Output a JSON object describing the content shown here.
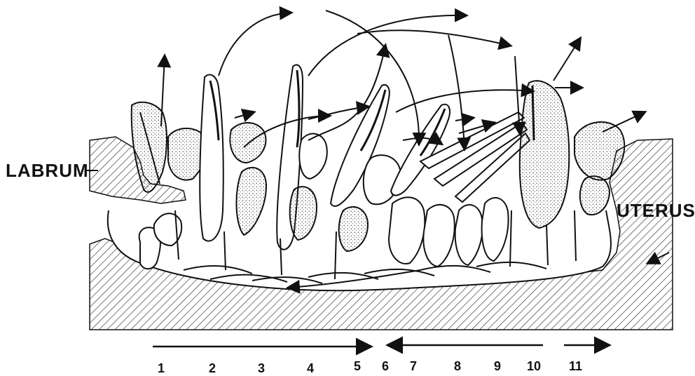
{
  "labels": {
    "left": "LABRUM",
    "right": "UTERUS"
  },
  "positions": [
    "1",
    "2",
    "3",
    "4",
    "5",
    "6",
    "7",
    "8",
    "9",
    "10",
    "11"
  ],
  "arrows": [
    {
      "from": "1",
      "to": "5",
      "direction": "right"
    },
    {
      "from": "6",
      "to": "10",
      "direction": "left"
    },
    {
      "from": "11",
      "to": "11",
      "direction": "right"
    }
  ]
}
